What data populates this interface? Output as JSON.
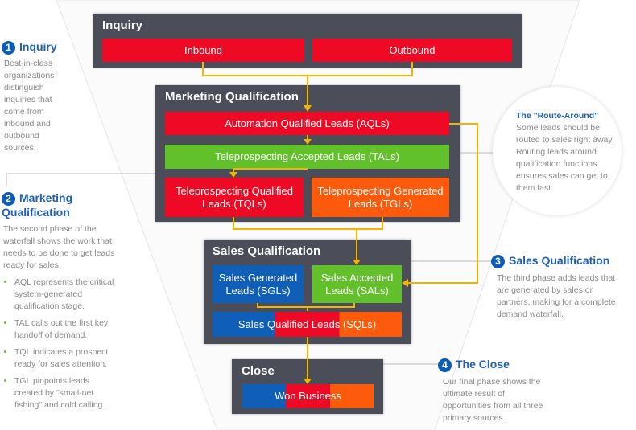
{
  "inquiry": {
    "title": "Inquiry",
    "inbound": "Inbound",
    "outbound": "Outbound"
  },
  "marketing": {
    "title": "Marketing Qualification",
    "aql": "Automation Qualified Leads (AQLs)",
    "tal": "Teleprospecting Accepted Leads (TALs)",
    "tql": "Teleprospecting Qualified Leads (TQLs)",
    "tgl": "Teleprospecting Generated Leads (TGLs)"
  },
  "sales": {
    "title": "Sales Qualification",
    "sgl": "Sales Generated Leads (SGLs)",
    "sal": "Sales Accepted Leads (SALs)",
    "sql": "Sales Qualified Leads (SQLs)"
  },
  "close": {
    "title": "Close",
    "won": "Won Business"
  },
  "side": {
    "s1": {
      "num": "1",
      "title": "Inquiry",
      "text": "Best-in-class organizations distinguish inquiries that come from inbound and outbound sources."
    },
    "s2": {
      "num": "2",
      "title": "Marketing Qualification",
      "text": "The second phase of the waterfall shows the work that needs to be done to get leads ready for sales.",
      "bullets": [
        "AQL represents the critical system-generated qualification stage.",
        "TAL calls out the first key handoff of demand.",
        "TQL indicates a prospect ready for sales attention.",
        "TGL pinpoints leads created by \"small-net fishing\" and cold calling."
      ]
    },
    "route": {
      "title": "The \"Route-Around\"",
      "text": "Some leads should be routed to sales right away. Routing leads around qualification functions ensures sales can get to them fast."
    },
    "s3": {
      "num": "3",
      "title": "Sales Qualification",
      "text": "The third phase adds leads that are generated by sales or partners, making for a complete demand waterfall."
    },
    "s4": {
      "num": "4",
      "title": "The Close",
      "text": "Our final phase shows the ultimate result of opportunities from all three primary sources."
    }
  },
  "colors": {
    "panel": "#4b4e58",
    "red": "#ee0a24",
    "green": "#62c02b",
    "orange": "#fe5a0c",
    "blue": "#0f5fb8",
    "arrow": "#f5b400"
  }
}
